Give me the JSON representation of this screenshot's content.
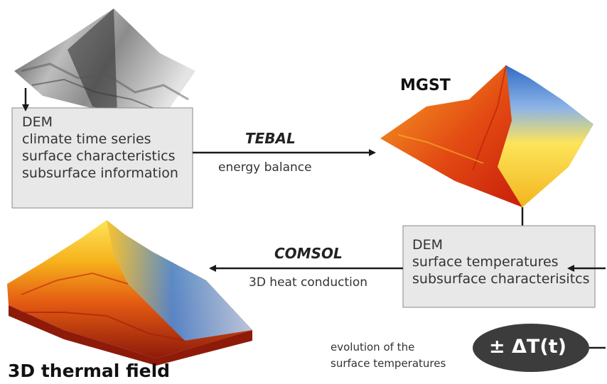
{
  "input_box": {
    "lines": [
      "DEM",
      "climate time series",
      "surface characteristics",
      "subsurface information"
    ]
  },
  "tebal": {
    "name": "TEBAL",
    "description": "energy balance"
  },
  "mgst": {
    "title": "MGST"
  },
  "dem_box": {
    "lines": [
      "DEM",
      "surface temperatures",
      "subsurface characterisitcs"
    ]
  },
  "comsol": {
    "name": "COMSOL",
    "description": "3D heat conduction"
  },
  "thermal_field": {
    "title": "3D thermal field"
  },
  "evolution": {
    "line1": "evolution of the",
    "line2": "surface temperatures"
  },
  "delta_t": {
    "label": "± ΔT(t)"
  },
  "colors": {
    "box_fill": "#e8e8e8",
    "box_border": "#8a8a8a",
    "arrow": "#1a1a1a",
    "ellipse": "#3c3c3c",
    "warm_dark": "#c81e0c",
    "warm_mid": "#f28a1c",
    "warm_light": "#fde45a",
    "cold": "#3d7fd4"
  },
  "icons": [
    "dem-grayscale-mountain",
    "mgst-colored-mountain",
    "thermal-block-mountain"
  ]
}
